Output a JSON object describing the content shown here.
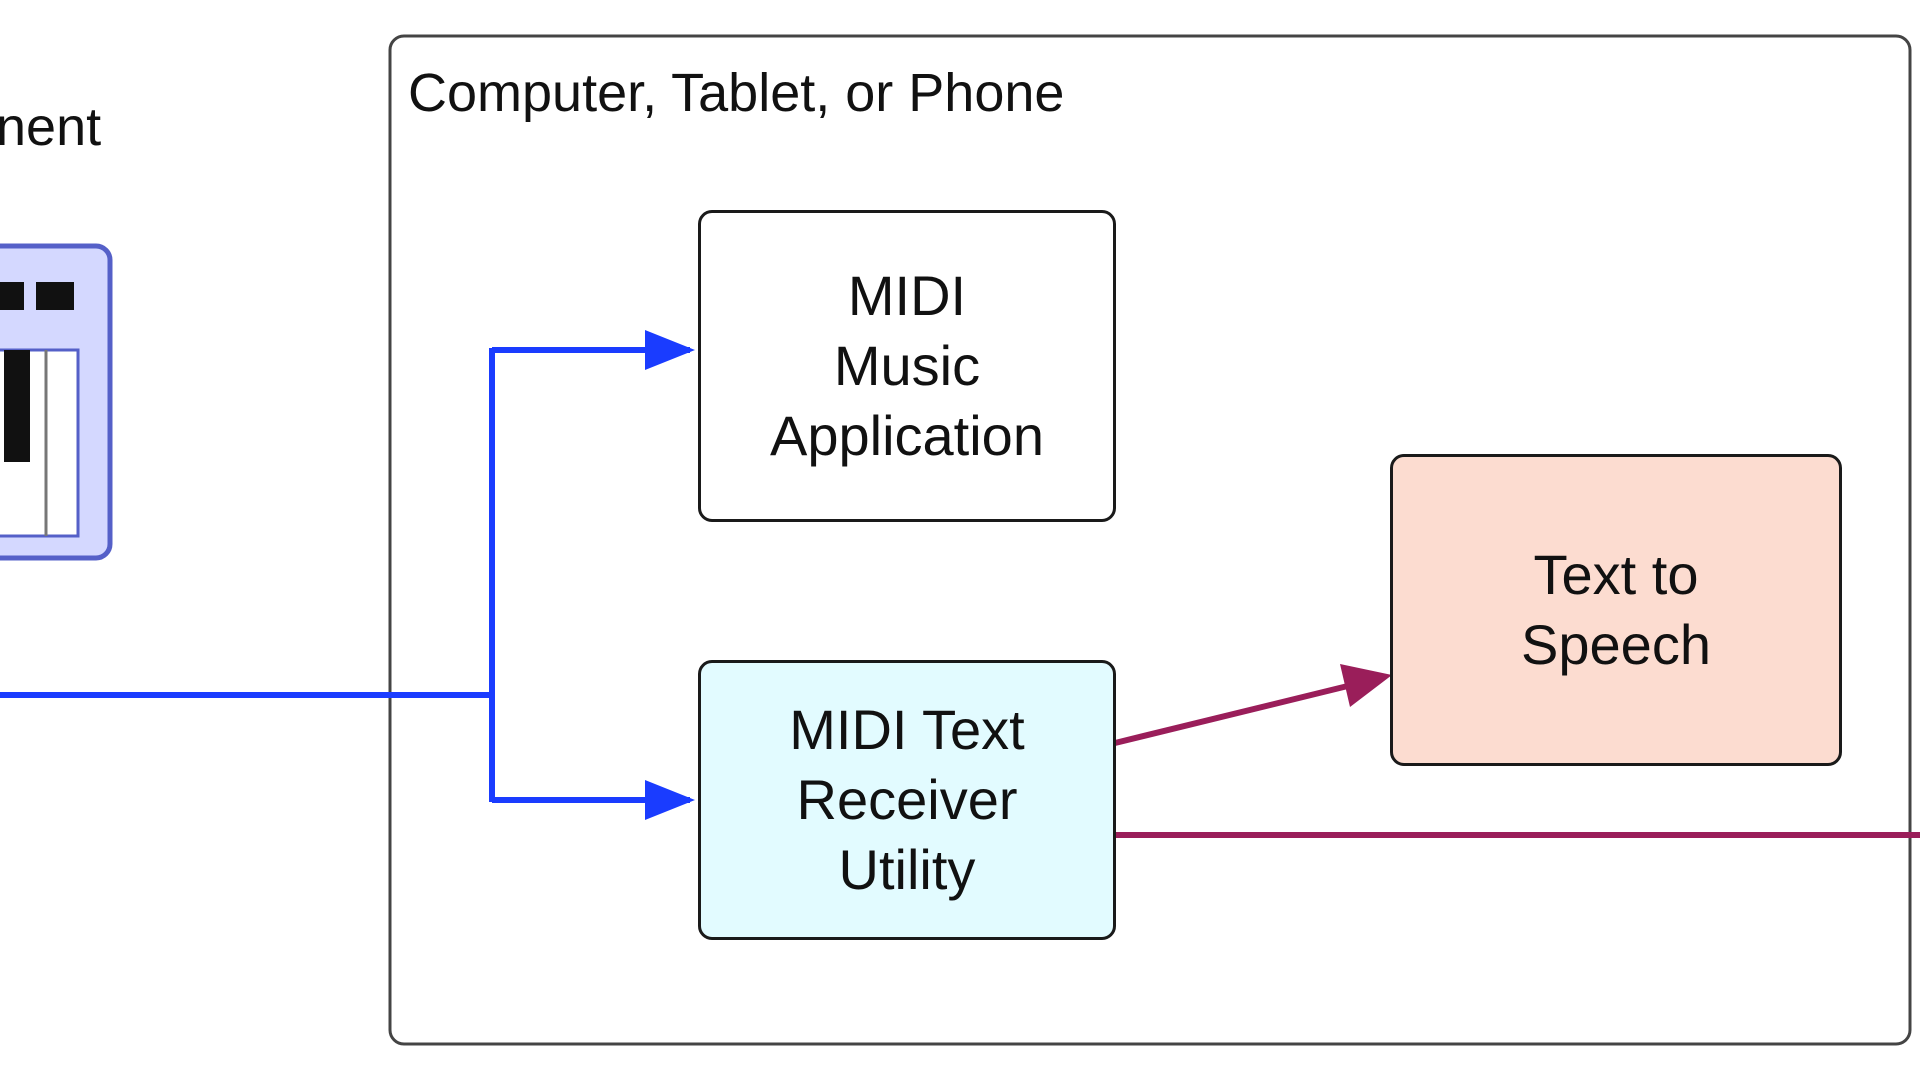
{
  "left_group": {
    "label_fragment": "nent",
    "icon": "midi-keyboard-icon",
    "icon_fill": "#d4d8ff",
    "icon_border": "#5560c8"
  },
  "container": {
    "label": "Computer, Tablet, or Phone",
    "border_color": "#444444"
  },
  "nodes": {
    "music_app": {
      "lines": [
        "MIDI",
        "Music",
        "Application"
      ],
      "fill": "#ffffff"
    },
    "receiver": {
      "lines": [
        "MIDI Text",
        "Receiver",
        "Utility"
      ],
      "fill": "#e2fbff"
    },
    "tts": {
      "lines": [
        "Text to",
        "Speech"
      ],
      "fill": "#fcdcd0"
    }
  },
  "edges": {
    "midi_color": "#1a3cff",
    "text_color": "#9a1e5a"
  }
}
